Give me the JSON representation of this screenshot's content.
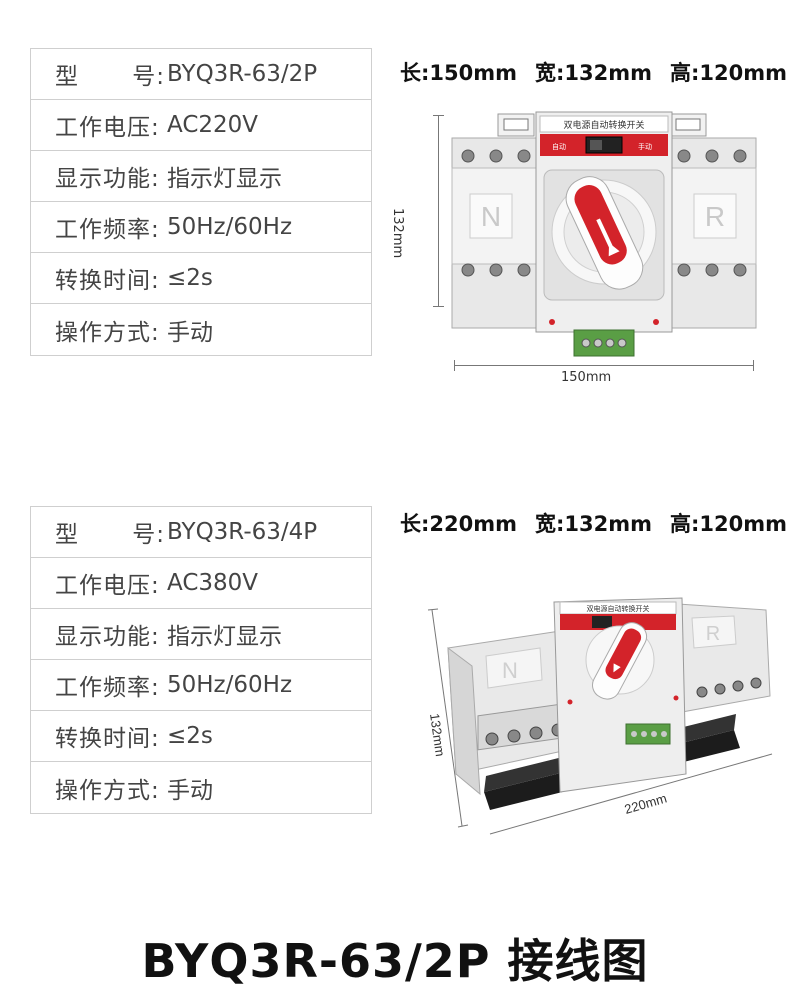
{
  "specs_2p": [
    {
      "label_a": "型",
      "label_b": "号:",
      "value": "BYQ3R-63/2P"
    },
    {
      "label": "工作电压:",
      "value": "AC220V"
    },
    {
      "label": "显示功能:",
      "value": "指示灯显示"
    },
    {
      "label": "工作频率:",
      "value": "50Hz/60Hz"
    },
    {
      "label": "转换时间:",
      "value": "≤2s"
    },
    {
      "label": "操作方式:",
      "value": "手动"
    }
  ],
  "dims_2p": {
    "length": "长:150mm",
    "width": "宽:132mm",
    "height": "高:120mm",
    "side": "132mm",
    "bottom": "150mm"
  },
  "product_2p": {
    "panel_title": "双电源自动转换开关",
    "auto_label": "自动",
    "manual_label": "手动",
    "left_mark": "N",
    "right_mark": "R"
  },
  "specs_4p": [
    {
      "label_a": "型",
      "label_b": "号:",
      "value": "BYQ3R-63/4P"
    },
    {
      "label": "工作电压:",
      "value": "AC380V"
    },
    {
      "label": "显示功能:",
      "value": "指示灯显示"
    },
    {
      "label": "工作频率:",
      "value": "50Hz/60Hz"
    },
    {
      "label": "转换时间:",
      "value": "≤2s"
    },
    {
      "label": "操作方式:",
      "value": "手动"
    }
  ],
  "dims_4p": {
    "length": "长:220mm",
    "width": "宽:132mm",
    "height": "高:120mm",
    "side": "132mm",
    "bottom": "220mm"
  },
  "product_4p": {
    "panel_title": "双电源自动转换开关",
    "left_mark": "N",
    "right_mark": "R"
  },
  "bottom_title": "BYQ3R-63/2P 接线图",
  "colors": {
    "accent_red": "#d3232a",
    "body_grey": "#e4e4e4",
    "terminal_green": "#5a9e45"
  }
}
